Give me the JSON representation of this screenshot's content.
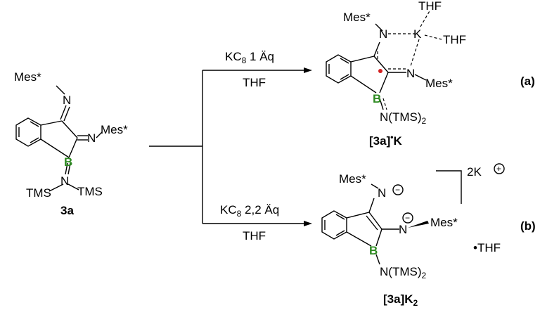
{
  "reactant": {
    "mes_top": "Mes*",
    "n_top": "N",
    "n_mid": "N",
    "mes_mid": "Mes*",
    "boron": "B",
    "n_bottom": "N",
    "tms_left": "TMS",
    "tms_right": "TMS",
    "label": "3a"
  },
  "reaction_a": {
    "reagent_main": "KC",
    "reagent_sub": "8",
    "reagent_rest": " 1 Äq",
    "solvent": "THF",
    "tag": "(a)"
  },
  "reaction_b": {
    "reagent_main": "KC",
    "reagent_sub": "8",
    "reagent_rest": " 2,2 Äq",
    "solvent": "THF",
    "tag": "(b)"
  },
  "product_a": {
    "thf_top": "THF",
    "mes_top": "Mes*",
    "n_top": "N",
    "k": "K",
    "thf_right": "THF",
    "n_mid": "N",
    "mes_mid": "Mes*",
    "boron": "B",
    "ntms": "N(TMS)",
    "ntms_sub": "2",
    "label_main": "[3a]",
    "label_dot": "•",
    "label_k": "K"
  },
  "product_b": {
    "mes_top": "Mes*",
    "n_top": "N",
    "n_mid": "N",
    "mes_mid": "Mes*",
    "boron": "B",
    "ntms": "N(TMS)",
    "ntms_sub": "2",
    "counter": "2K",
    "thf": "•THF",
    "label_main": "[3a]K",
    "label_sub": "2",
    "minus": "−",
    "plus": "+"
  }
}
